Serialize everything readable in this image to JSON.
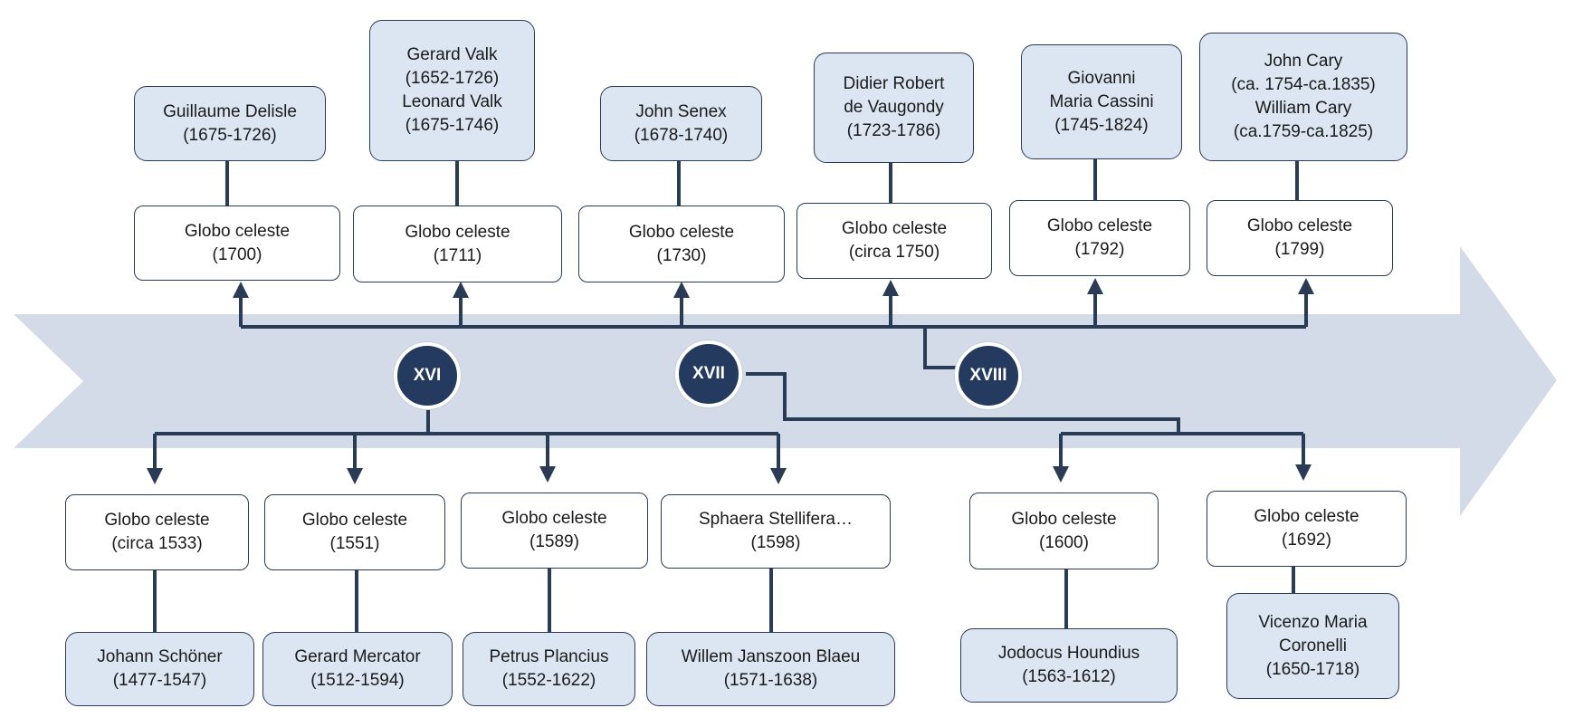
{
  "centuries": {
    "xvi": "XVI",
    "xvii": "XVII",
    "xviii": "XVIII"
  },
  "globes_top": [
    {
      "l1": "Globo celeste",
      "l2": "(1700)"
    },
    {
      "l1": "Globo celeste",
      "l2": "(1711)"
    },
    {
      "l1": "Globo celeste",
      "l2": "(1730)"
    },
    {
      "l1": "Globo celeste",
      "l2": "(circa 1750)"
    },
    {
      "l1": "Globo celeste",
      "l2": "(1792)"
    },
    {
      "l1": "Globo celeste",
      "l2": "(1799)"
    }
  ],
  "makers_top": [
    {
      "lines": [
        "Guillaume  Delisle",
        "(1675-1726)"
      ]
    },
    {
      "lines": [
        "Gerard Valk",
        "(1652-1726)",
        "Leonard Valk",
        "(1675-1746)"
      ]
    },
    {
      "lines": [
        "John Senex",
        "(1678-1740)"
      ]
    },
    {
      "lines": [
        "Didier Robert",
        "de Vaugondy",
        "(1723-1786)"
      ]
    },
    {
      "lines": [
        "Giovanni",
        "Maria Cassini",
        "(1745-1824)"
      ]
    },
    {
      "lines": [
        "John Cary",
        "(ca. 1754-ca.1835)",
        "William Cary",
        "(ca.1759-ca.1825)"
      ]
    }
  ],
  "globes_bottom": [
    {
      "l1": "Globo celeste",
      "l2": "(circa 1533)"
    },
    {
      "l1": "Globo celeste",
      "l2": "(1551)"
    },
    {
      "l1": "Globo celeste",
      "l2": "(1589)"
    },
    {
      "l1": "Sphaera Stellifera…",
      "l2": "(1598)"
    },
    {
      "l1": "Globo celeste",
      "l2": "(1600)"
    },
    {
      "l1": "Globo celeste",
      "l2": "(1692)"
    }
  ],
  "makers_bottom": [
    {
      "lines": [
        "Johann Schöner",
        "(1477-1547)"
      ]
    },
    {
      "lines": [
        "Gerard Mercator",
        "(1512-1594)"
      ]
    },
    {
      "lines": [
        "Petrus Plancius",
        "(1552-1622)"
      ]
    },
    {
      "lines": [
        "Willem  Janszoon Blaeu",
        "(1571-1638)"
      ]
    },
    {
      "lines": [
        "Jodocus Houndius",
        "(1563-1612)"
      ]
    },
    {
      "lines": [
        "Vicenzo Maria",
        "Coronelli",
        "(1650-1718)"
      ]
    }
  ],
  "colors": {
    "arrow": "#d3dbe8",
    "line": "#2a3b55",
    "circle": "#243a5e",
    "person_box": "#dce6f2"
  }
}
